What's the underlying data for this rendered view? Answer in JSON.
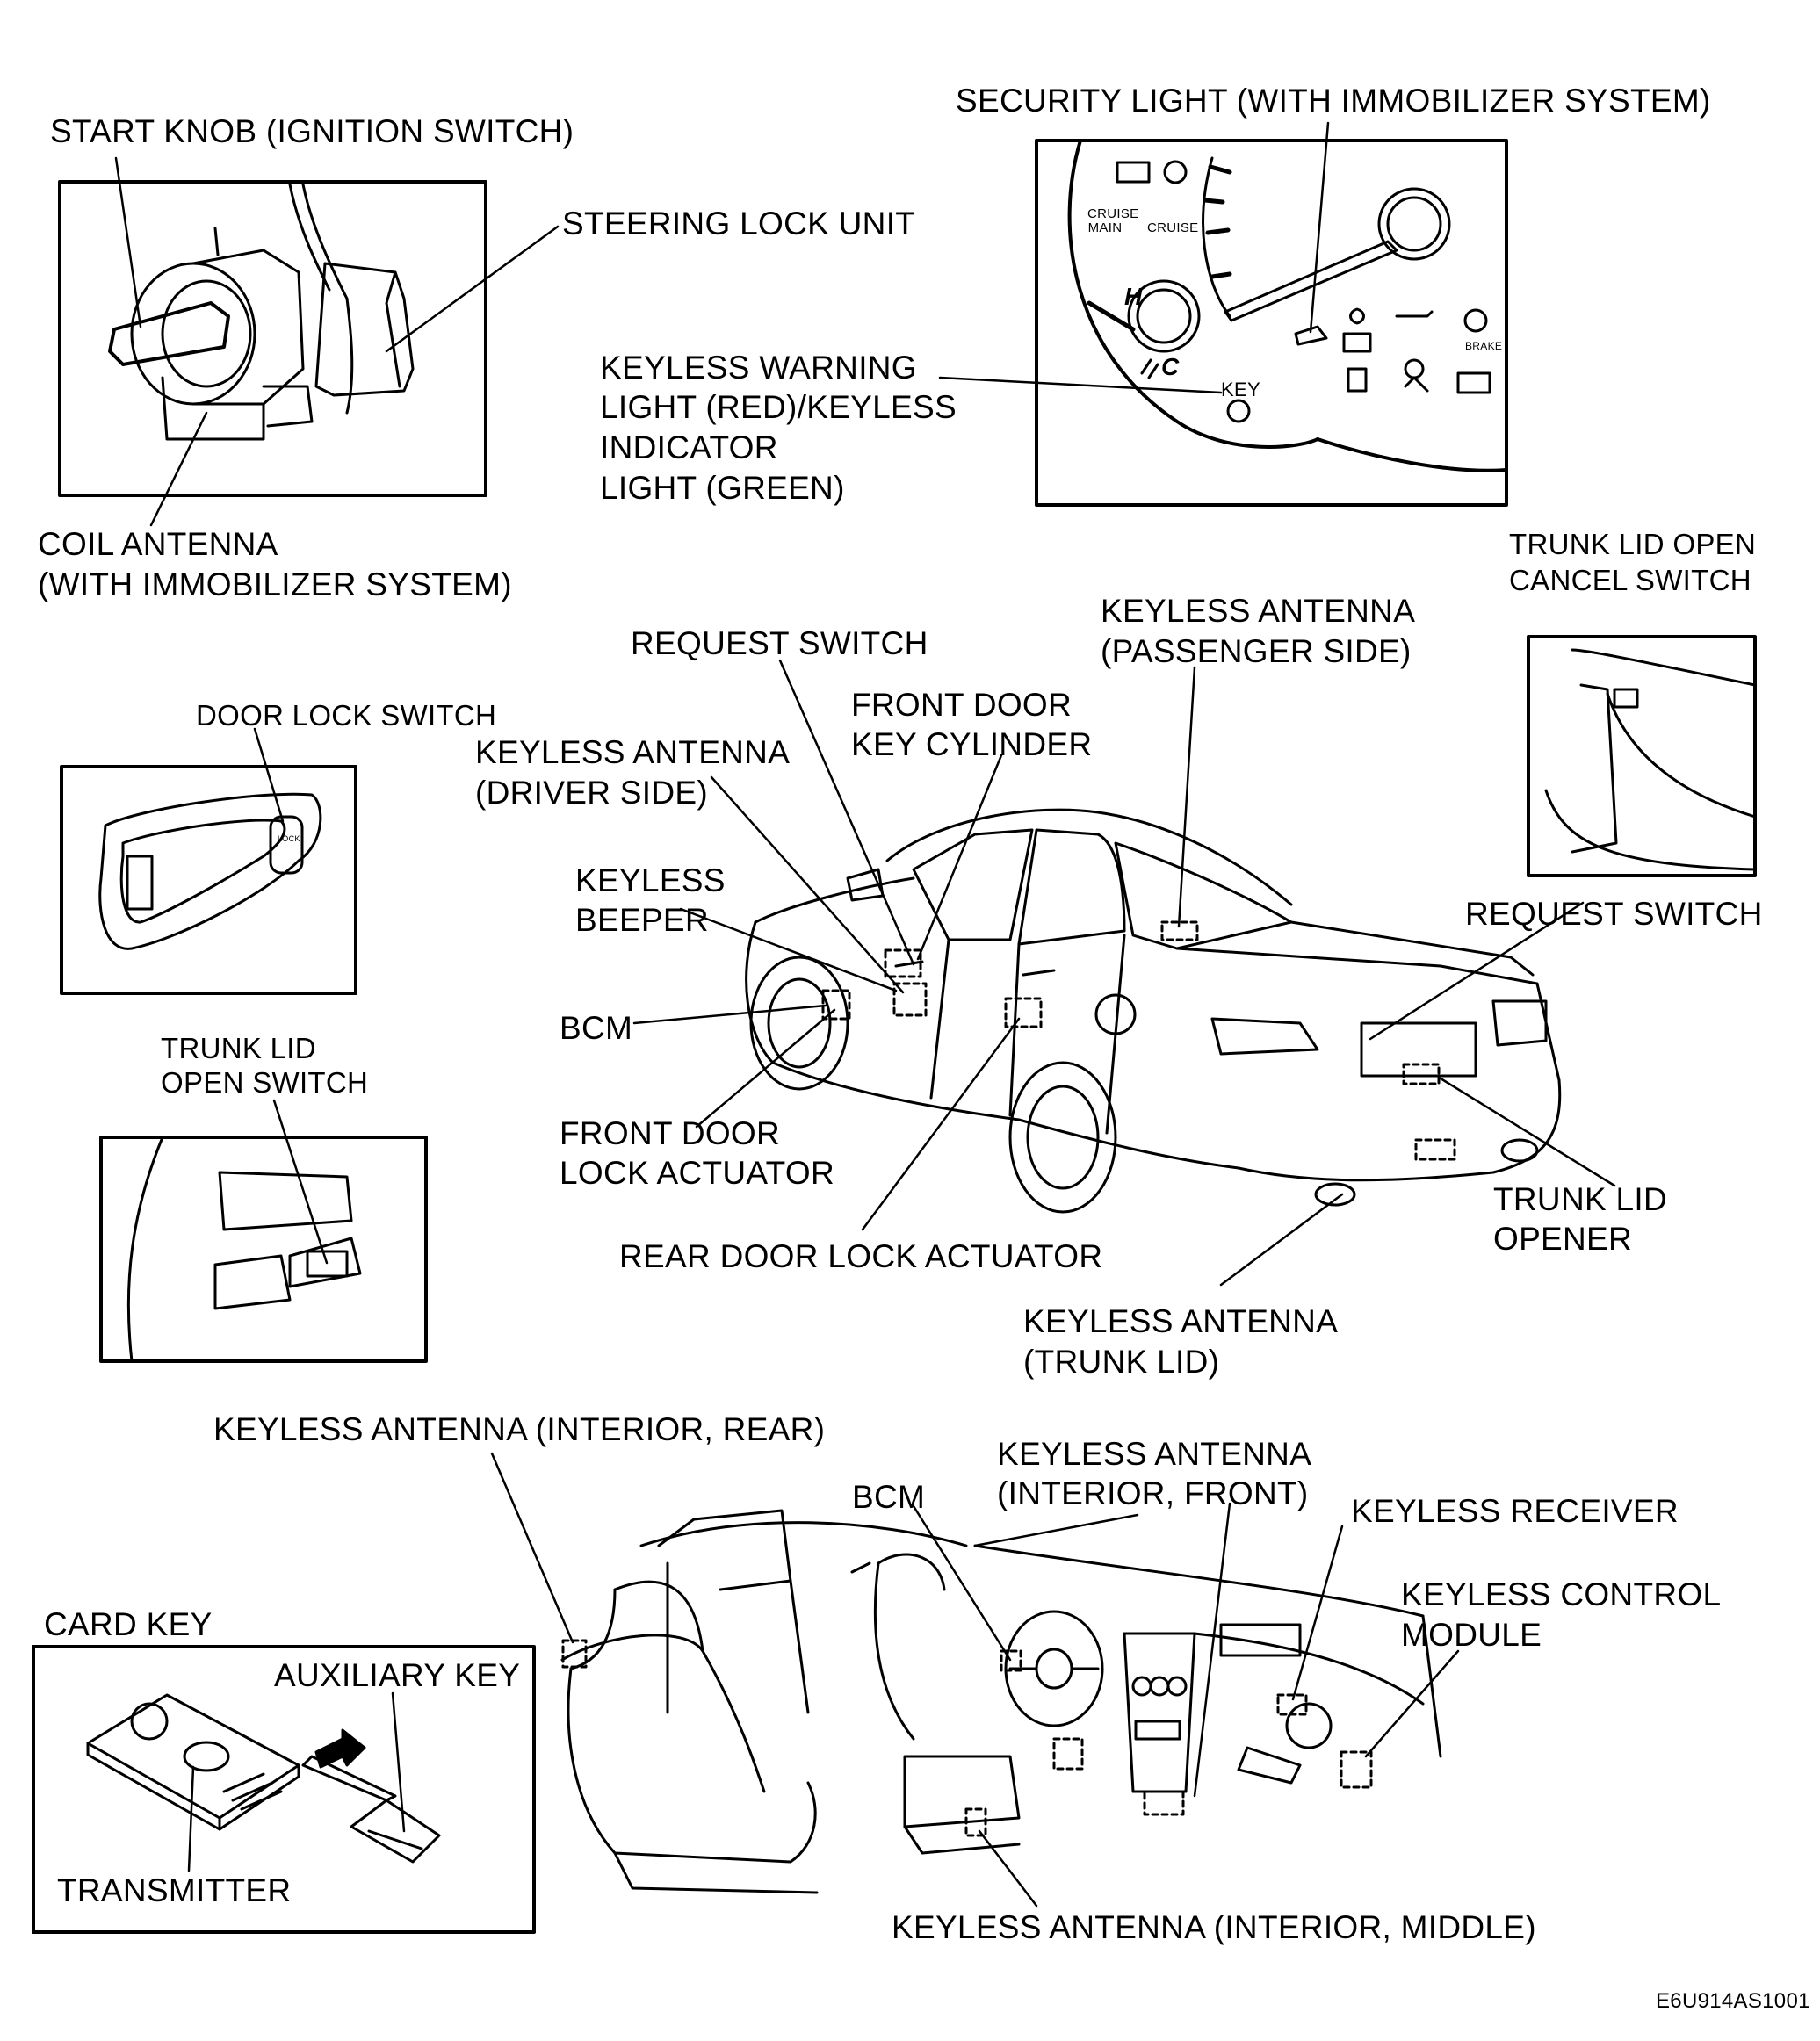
{
  "labels": {
    "start_knob": "START KNOB (IGNITION SWITCH)",
    "steering_lock": "STEERING LOCK UNIT",
    "coil_antenna_1": "COIL ANTENNA",
    "coil_antenna_2": "(WITH IMMOBILIZER SYSTEM)",
    "security_light": "SECURITY LIGHT (WITH IMMOBILIZER SYSTEM)",
    "keyless_warning_1": "KEYLESS WARNING",
    "keyless_warning_2": "LIGHT (RED)/KEYLESS",
    "keyless_warning_3": "INDICATOR",
    "keyless_warning_4": "LIGHT (GREEN)",
    "trunk_cancel_1": "TRUNK LID OPEN",
    "trunk_cancel_2": "CANCEL SWITCH",
    "keyless_ant_pass_1": "KEYLESS ANTENNA",
    "keyless_ant_pass_2": "(PASSENGER SIDE)",
    "request_switch_top": "REQUEST SWITCH",
    "front_door_cyl_1": "FRONT DOOR",
    "front_door_cyl_2": "KEY CYLINDER",
    "door_lock_switch": "DOOR LOCK SWITCH",
    "keyless_ant_driver_1": "KEYLESS ANTENNA",
    "keyless_ant_driver_2": "(DRIVER SIDE)",
    "keyless_beeper_1": "KEYLESS",
    "keyless_beeper_2": "BEEPER",
    "request_switch_right": "REQUEST SWITCH",
    "bcm_mid": "BCM",
    "trunk_open_sw_1": "TRUNK LID",
    "trunk_open_sw_2": "OPEN SWITCH",
    "front_actuator_1": "FRONT DOOR",
    "front_actuator_2": "LOCK ACTUATOR",
    "trunk_opener_1": "TRUNK LID",
    "trunk_opener_2": "OPENER",
    "rear_actuator": "REAR DOOR LOCK ACTUATOR",
    "keyless_ant_trunk_1": "KEYLESS ANTENNA",
    "keyless_ant_trunk_2": "(TRUNK LID)",
    "keyless_ant_int_rear": "KEYLESS ANTENNA (INTERIOR, REAR)",
    "bcm_bottom": "BCM",
    "keyless_ant_int_front_1": "KEYLESS ANTENNA",
    "keyless_ant_int_front_2": "(INTERIOR, FRONT)",
    "keyless_receiver": "KEYLESS RECEIVER",
    "keyless_ctrl_1": "KEYLESS CONTROL",
    "keyless_ctrl_2": "MODULE",
    "card_key": "CARD KEY",
    "auxiliary_key": "AUXILIARY KEY",
    "transmitter": "TRANSMITTER",
    "keyless_ant_int_mid": "KEYLESS ANTENNA (INTERIOR, MIDDLE)",
    "figure_code": "E6U914AS1001"
  },
  "gauge_text": {
    "cruise_main": "CRUISE MAIN",
    "cruise": "CRUISE",
    "hot": "H",
    "cold": "C",
    "key": "KEY",
    "brake": "BRAKE"
  },
  "handle_text": "LOCK"
}
